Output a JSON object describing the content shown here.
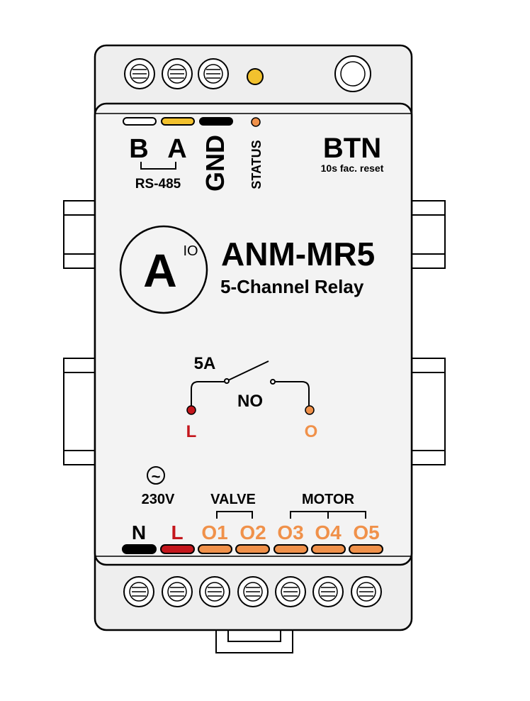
{
  "top_terminals": {
    "b_label": "B",
    "a_label": "A",
    "bus_label": "RS-485",
    "gnd_label": "GND",
    "status_label": "STATUS",
    "btn_label": "BTN",
    "btn_note": "10s fac. reset"
  },
  "product": {
    "logo_letter": "A",
    "logo_superscript": "IO",
    "model": "ANM-MR5",
    "description": "5-Channel Relay"
  },
  "relay_diagram": {
    "current": "5A",
    "contact_type": "NO",
    "input_label": "L",
    "output_label": "O"
  },
  "bottom_terminals": {
    "ac_symbol": "~",
    "voltage": "230V",
    "valve_group": "VALVE",
    "motor_group": "MOTOR",
    "n_label": "N",
    "l_label": "L",
    "outputs": [
      "O1",
      "O2",
      "O3",
      "O4",
      "O5"
    ]
  },
  "colors": {
    "orange": "#f0914a",
    "amber": "#f2c12e",
    "red": "#c4161c",
    "black": "#000000",
    "white": "#ffffff",
    "body_grey": "#eeeeee",
    "face_grey": "#f3f3f3"
  }
}
